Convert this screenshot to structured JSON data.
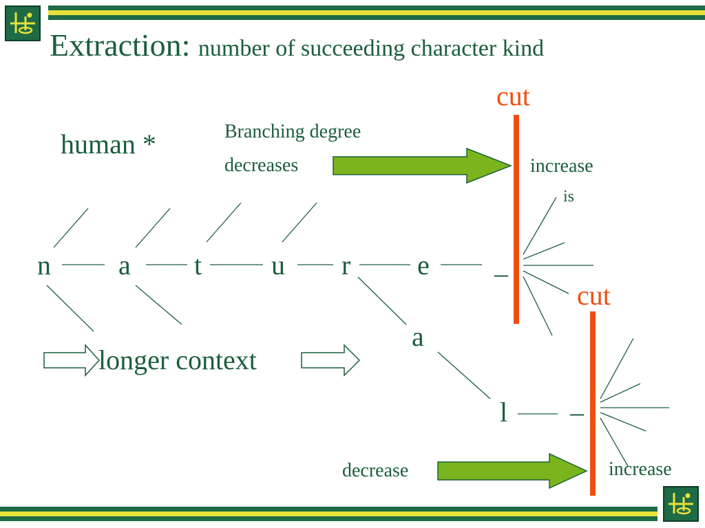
{
  "title": {
    "main": "Extraction:",
    "sub": "number of succeeding character kind"
  },
  "labels": {
    "human": "human *",
    "branching_line1": "Branching degree",
    "branching_line2": "decreases",
    "increase_top": "increase",
    "is": "is",
    "cut_top": "cut",
    "cut_bottom": "cut",
    "longer_context": "longer context",
    "decrease": "decrease",
    "increase_bottom": "increase"
  },
  "characters": {
    "n": "n",
    "a": "a",
    "t": "t",
    "u": "u",
    "r": "r",
    "e": "e",
    "dash_top": "–",
    "a2": "a",
    "l": "l",
    "dash_bottom": "–"
  },
  "colors": {
    "text": "#1b5e3c",
    "cut": "#ee4e12",
    "arrow_fill": "#7ab51d",
    "band_dark": "#1e6b45",
    "band_yellow": "#e8e23a"
  },
  "icons": {
    "logo": "logo-icon"
  }
}
